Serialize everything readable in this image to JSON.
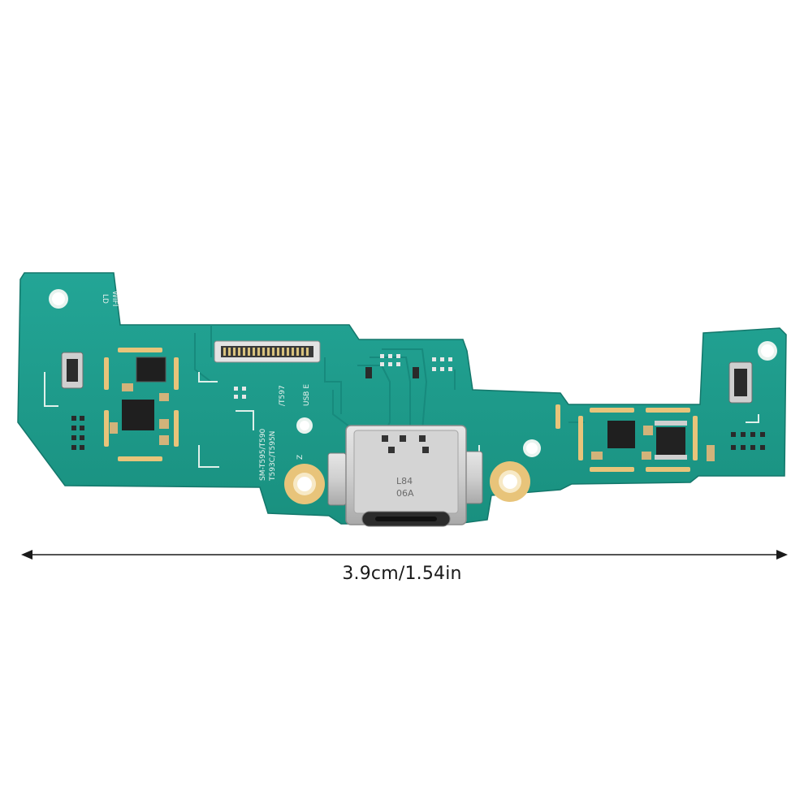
{
  "product_photo": {
    "description_icon": "pcb-board-icon",
    "silkscreen": {
      "top_left_1": "LD",
      "top_left_2": "WIFI",
      "model_1": "SM-T595/T590",
      "model_2": "T593C/T595N",
      "model_3": "/T597",
      "usb_label": "USB E",
      "z_label": "Z",
      "chip_1": "L84",
      "chip_2": "06A"
    },
    "colors": {
      "board": "#1f9e90",
      "trace": "#178a7d",
      "pad_gold": "#e8c47a",
      "connector_metal": "#c8c8c8"
    }
  },
  "dimension": {
    "label": "3.9cm/1.54in"
  }
}
